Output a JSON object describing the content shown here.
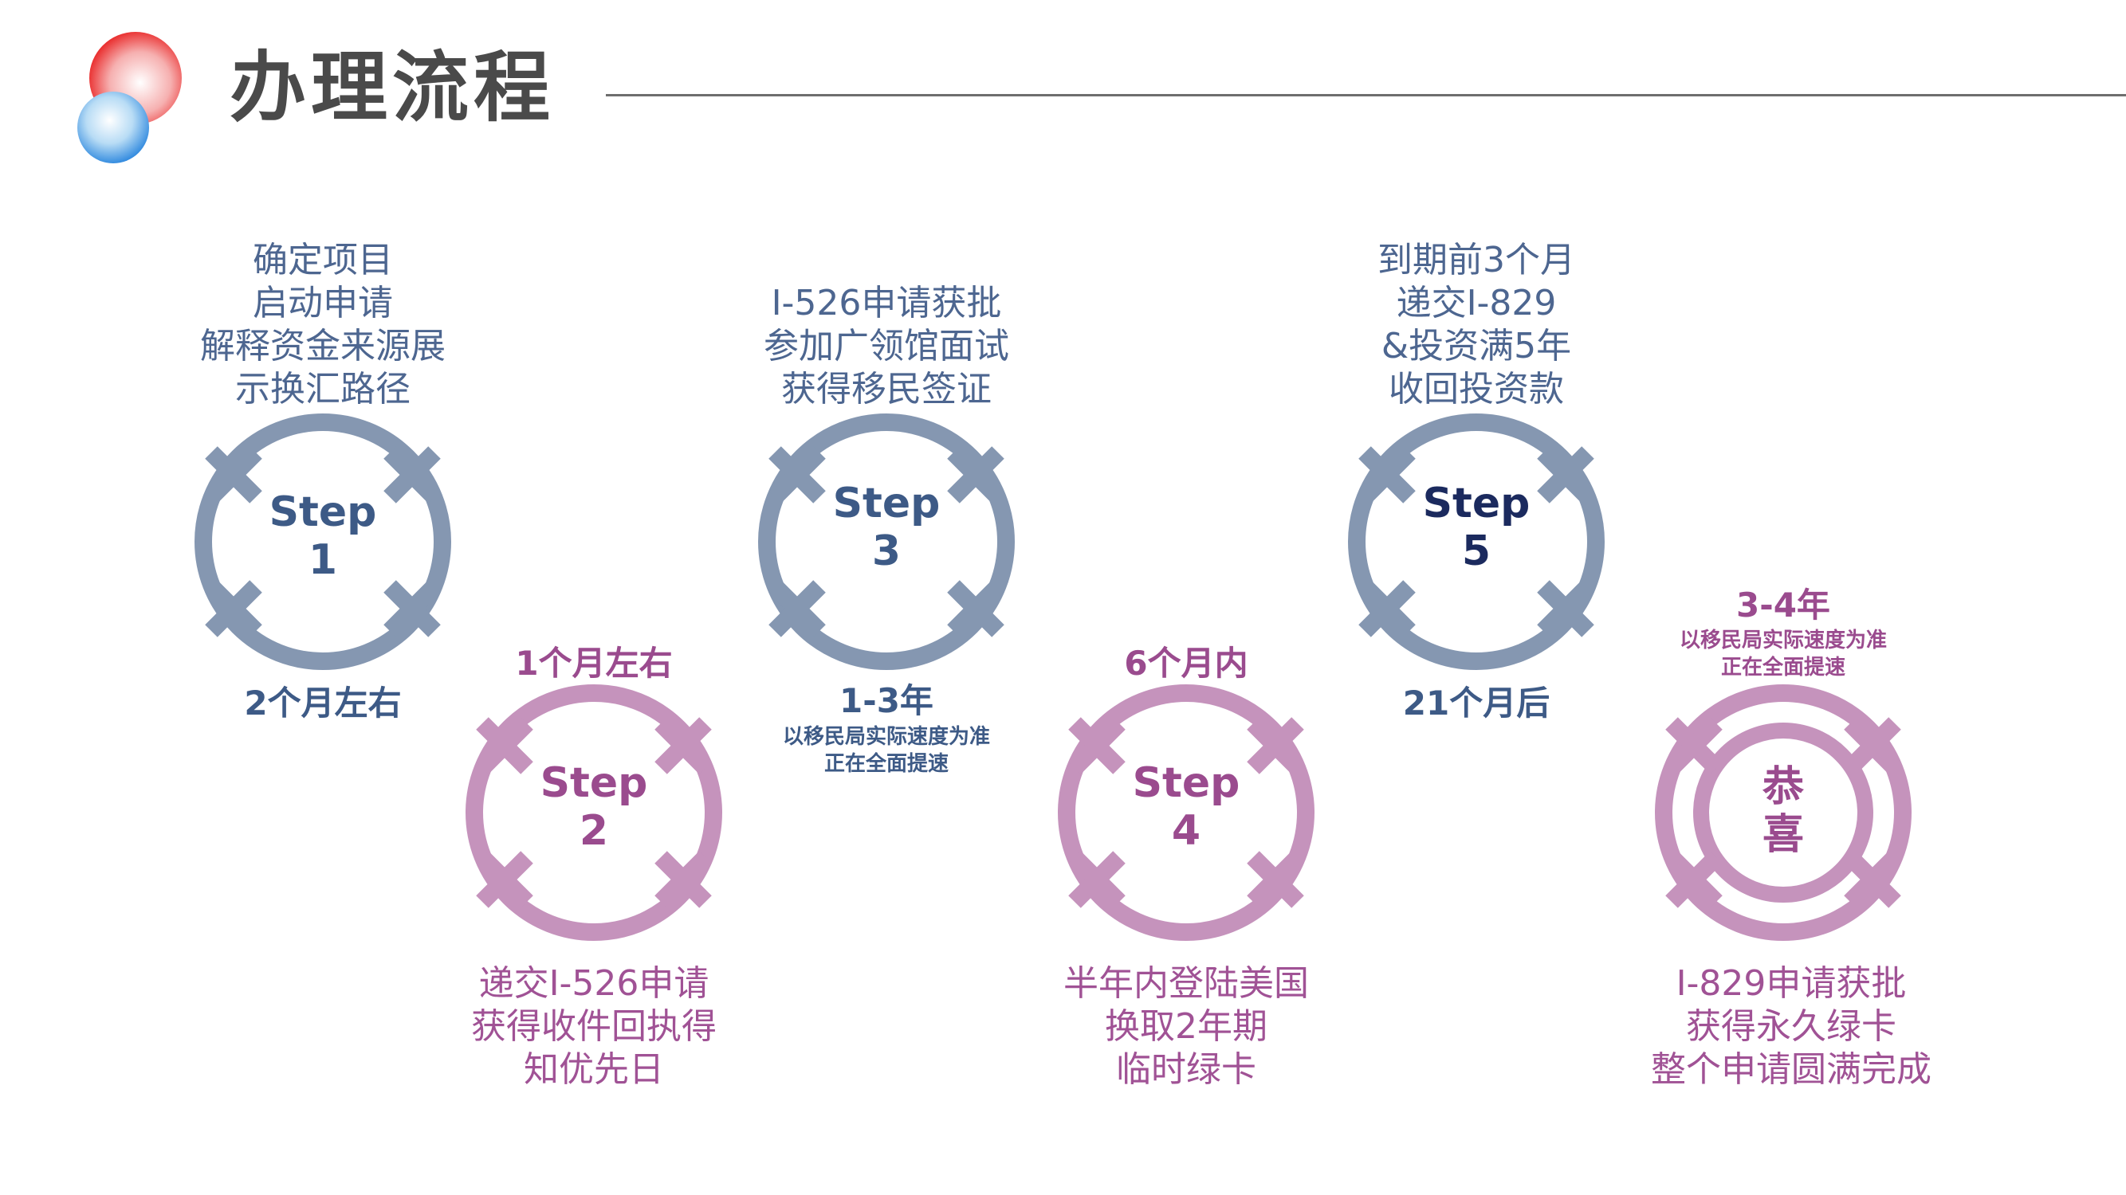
{
  "header": {
    "title": "办理流程"
  },
  "colors": {
    "blue_ring": "#8597b1",
    "blue_text": "#3d5a86",
    "navy_text": "#1b2a5e",
    "pink_ring": "#c593bc",
    "pink_text": "#9a4b8e",
    "desc_blue": "#4d6690",
    "desc_pink": "#a05295"
  },
  "steps": [
    {
      "step_text": "Step",
      "number": "1",
      "duration": "2个月左右",
      "description": [
        "确定项目",
        "启动申请",
        "解释资金来源展",
        "示换汇路径"
      ]
    },
    {
      "step_text": "Step",
      "number": "2",
      "duration": "1个月左右",
      "description": [
        "递交I-526申请",
        "获得收件回执得",
        "知优先日"
      ]
    },
    {
      "step_text": "Step",
      "number": "3",
      "duration": "1-3年",
      "note": [
        "以移民局实际速度为准",
        "正在全面提速"
      ],
      "description": [
        "I-526申请获批",
        "参加广领馆面试",
        "获得移民签证"
      ]
    },
    {
      "step_text": "Step",
      "number": "4",
      "duration": "6个月内",
      "description": [
        "半年内登陆美国",
        "换取2年期",
        "临时绿卡"
      ]
    },
    {
      "step_text": "Step",
      "number": "5",
      "duration": "21个月后",
      "description": [
        "到期前3个月",
        "递交I-829",
        "&投资满5年",
        "收回投资款"
      ]
    },
    {
      "center_text": [
        "恭",
        "喜"
      ],
      "duration": "3-4年",
      "note": [
        "以移民局实际速度为准",
        "正在全面提速"
      ],
      "description": [
        "I-829申请获批",
        "获得永久绿卡",
        "整个申请圆满完成"
      ]
    }
  ]
}
